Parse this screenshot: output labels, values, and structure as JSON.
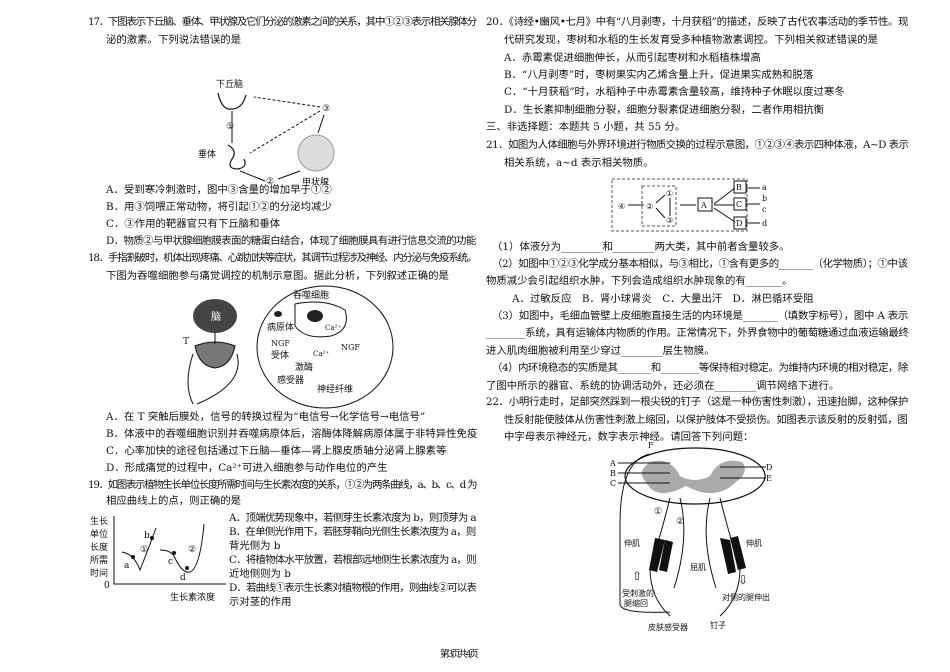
{
  "q17": {
    "lines": [
      "17．下图表示下丘脑、垂体、甲状腺及它们分泌的激素之间的关系，其中①②③表示相关腺体分",
      "泌的激素。下列说法错误的是"
    ],
    "figure": {
      "hypothalamus": "下丘脑",
      "pituitary": "垂体",
      "thyroid": "甲状腺",
      "h1": "①",
      "h2": "②",
      "h3": "③"
    },
    "options": [
      "A．受到寒冷刺激时，图中③含量的增加早于①②",
      "B．用③饲喂正常动物，将引起①②的分泌均减少",
      "C．③作用的靶器官只有下丘脑和垂体",
      "D．物质②与甲状腺细胞膜表面的糖蛋白结合，体现了细胞膜具有进行信息交流的功能"
    ]
  },
  "q18": {
    "lines": [
      "18．手指割破时，机体出现疼痛、心跳加快等症状，其调节过程涉及神经、内分泌与免疫系统。",
      "下图为吞噬细胞参与痛觉调控的机制示意图。据此分析，下列叙述正确的是"
    ],
    "figure": {
      "brain": "脑",
      "t": "T",
      "phagocyte": "吞噬细胞",
      "pathogen": "病原体",
      "ca": "Ca²⁺",
      "ngf": "NGF",
      "ngf_receptor_1": "NGF",
      "ngf_receptor_2": "受体",
      "kinase": "激酶",
      "receptor": "感受器",
      "nerve_fiber": "神经纤维"
    },
    "options": [
      "A．在 T 突触后膜处，信号的转换过程为“电信号→化学信号→电信号”",
      "B．体液中的吞噬细胞识别并吞噬病原体后，溶酶体降解病原体属于非特异性免疫",
      "C．心率加快的途径包括通过下丘脑—垂体—肾上腺皮质轴分泌肾上腺素等",
      "D．形成痛觉的过程中，Ca²⁺可进入细胞参与动作电位的产生"
    ]
  },
  "q19": {
    "lines": [
      "19．如图表示植物生长单位长度所需时间与生长素浓度的关系，①②为两条曲线，a、b、c、d 为",
      "相应曲线上的点，则正确的是"
    ],
    "figure": {
      "ylabel": [
        "生长",
        "单位",
        "长度",
        "所需",
        "时间"
      ],
      "xlabel": "生长素浓度",
      "origin": "0",
      "curve1": "①",
      "curve2": "②",
      "a": "a",
      "b": "b",
      "c": "c",
      "d": "d"
    },
    "options": [
      "A．顶端优势现象中，若侧芽生长素浓度为 b，则顶芽为 a",
      "B．在单侧光作用下，若胚芽鞘向光侧生长素浓度为 a，则",
      "背光侧为 b",
      "C．将植物体水平放置，若根部远地侧生长素浓度为 a，则",
      "近地侧则为 b",
      "D．若曲线①表示生长素对植物根的作用，则曲线②可以表",
      "示对茎的作用"
    ]
  },
  "q20": {
    "lines": [
      "20．《诗经•豳风•七月》中有“八月剥枣，十月获稻”的描述，反映了古代农事活动的季节性。现",
      "代研究发现，枣树和水稻的生长发育受多种植物激素调控。下列相关叙述错误的是"
    ],
    "options": [
      "A．赤霉素促进细胞伸长，从而引起枣树和水稻植株增高",
      "B．“八月剥枣”时，枣树果实内乙烯含量上升，促进果实成熟和脱落",
      "C．“十月获稻”时，水稻种子中赤霉素含量较高，维持种子休眠以度过寒冬",
      "D．生长素抑制细胞分裂，细胞分裂素促进细胞分裂，二者作用相抗衡"
    ]
  },
  "section3": "三、非选择题：本题共 5 小题，共 55 分。",
  "q21": {
    "lines": [
      "21．如图为人体细胞与外界环境进行物质交换的过程示意图，①②③④表示四种体液，A~D 表示",
      "相关系统，a~d 表示相关物质。"
    ],
    "figure": {
      "n1": "①",
      "n2": "②",
      "n3": "③",
      "n4": "④",
      "A": "A",
      "B": "B",
      "C": "C",
      "D": "D",
      "a": "a",
      "b": "b",
      "c": "c",
      "d": "d"
    },
    "sub": [
      "（1）体液分为________和________两大类，其中前者含量较多。",
      "（2）如图中①②③化学成分基本相似，与③相比，①含有更多的_______（化学物质）；①中该",
      "物质减少会引起组织水肿，下列会造成组织水肿现象的有_______。",
      "A．过敏反应　B．肾小球肾炎　C．大量出汗　D．淋巴循环受阻",
      "（3）如图中，毛细血管壁上皮细胞直接生活的内环境是_______（填数字标号），图中 A 表示",
      "________系统，具有运输体内物质的作用。正常情况下，外界食物中的葡萄糖通过血液运输最终",
      "进入肌肉细胞被利用至少穿过________层生物膜。",
      "（4）内环境稳态的实质是其_______和________等保持相对稳定。为维持内环境的相对稳定，除",
      "了图中所示的器官、系统的协调活动外，还必须在________调节网络下进行。"
    ]
  },
  "q22": {
    "lines": [
      "22．小明行走时，足部突然踩到一根尖锐的钉子（这是一种伤害性刺激），迅速抬脚，这种保护",
      "性反射能使肢体从伤害性刺激上缩回，以保护肢体不受损伤。如图表示该反射的反射弧，图",
      "中字母表示神经元，数字表示神经。请回答下列问题："
    ],
    "figure": {
      "F": "F",
      "A": "A",
      "B": "B",
      "C": "C",
      "D": "D",
      "E": "E",
      "n1": "①",
      "n2": "②",
      "extensor_l": "伸肌",
      "extensor_r": "伸肌",
      "flexor": "屈肌",
      "withdraw": [
        "受刺激的",
        "腿缩回"
      ],
      "extend": "对侧的腿伸出",
      "skin_receptor": "皮肤感受器",
      "nail": "钉子"
    }
  },
  "footer": "第 3 页 共 4 页"
}
